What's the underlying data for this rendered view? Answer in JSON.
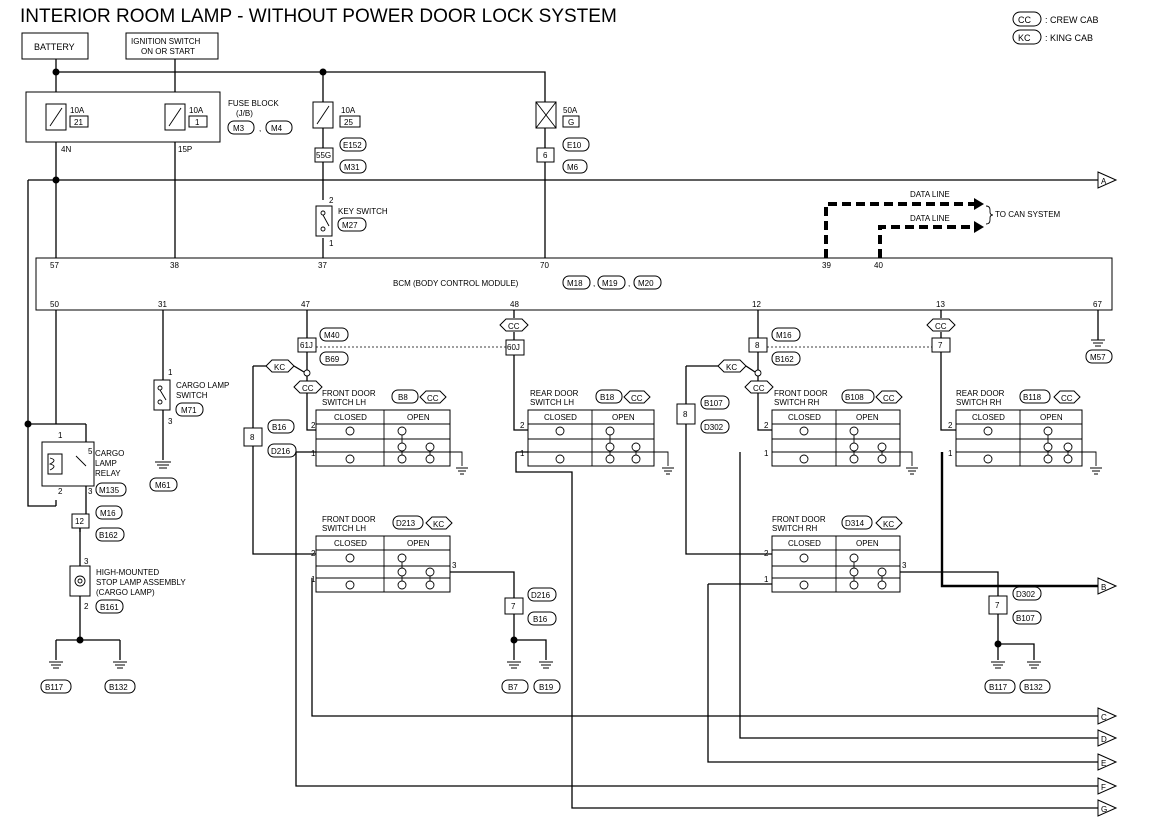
{
  "title": "INTERIOR ROOM LAMP - WITHOUT POWER DOOR LOCK SYSTEM",
  "legend": [
    {
      "code": "CC",
      "desc": ": CREW CAB"
    },
    {
      "code": "KC",
      "desc": ": KING CAB"
    }
  ],
  "sources": {
    "battery": "BATTERY",
    "ignition_line1": "IGNITION SWITCH",
    "ignition_line2": "ON OR START"
  },
  "fuse_block": {
    "label1": "FUSE BLOCK",
    "label2": "(J/B)",
    "conn1": "M3",
    "conn2": "M4",
    "sep": ",",
    "fuse1_amp": "10A",
    "fuse1_num": "21",
    "fuse1_pin": "4N",
    "fuse2_amp": "10A",
    "fuse2_num": "1",
    "fuse2_pin": "15P"
  },
  "fuse3": {
    "amp": "10A",
    "num": "25",
    "pin": "55G",
    "conn1": "E152",
    "conn2": "M31"
  },
  "fuse4": {
    "amp": "50A",
    "num": "G",
    "pin": "6",
    "conn1": "E10",
    "conn2": "M6"
  },
  "key_switch": {
    "label": "KEY SWITCH",
    "conn": "M27",
    "pin_top": "2",
    "pin_bot": "1"
  },
  "data_lines": {
    "line1": "DATA LINE",
    "line2": "DATA LINE",
    "to": "TO CAN SYSTEM"
  },
  "bcm": {
    "label": "BCM (BODY CONTROL MODULE)",
    "conn1": "M18",
    "conn2": "M19",
    "conn3": "M20",
    "top_pins": [
      "57",
      "38",
      "37",
      "70",
      "39",
      "40"
    ],
    "bottom_pins": [
      "50",
      "31",
      "47",
      "48",
      "12",
      "13",
      "67"
    ],
    "ground": "M57"
  },
  "cargo_lamp_switch": {
    "label1": "CARGO LAMP",
    "label2": "SWITCH",
    "conn": "M71",
    "pin1": "1",
    "pin3": "3",
    "ground": "M61"
  },
  "relay": {
    "label1": "CARGO",
    "label2": "LAMP",
    "label3": "RELAY",
    "conn": "M135",
    "pin1": "1",
    "pin5": "5",
    "pin2": "2",
    "pin3": "3"
  },
  "joint_12": {
    "pin": "12",
    "conn1": "M16",
    "conn2": "B162"
  },
  "stop_lamp": {
    "label1": "HIGH-MOUNTED",
    "label2": "STOP LAMP ASSEMBLY",
    "label3": "(CARGO LAMP)",
    "conn": "B161",
    "pin3": "3",
    "pin2": "2",
    "gnd1": "B117",
    "gnd2": "B132"
  },
  "conn_m40": {
    "code": "M40",
    "pin": "61J",
    "conn2": "B69"
  },
  "conn_cc48": {
    "pin": "60J"
  },
  "conn_m16": {
    "code": "M16",
    "pin": "8",
    "conn2": "B162"
  },
  "conn_cc13": {
    "pin": "7"
  },
  "branch_left": {
    "pin": "8",
    "conn1": "B16",
    "conn2": "D216"
  },
  "branch_right": {
    "pin": "8",
    "conn1": "B107",
    "conn2": "D302"
  },
  "switches": {
    "closed": "CLOSED",
    "open": "OPEN",
    "fd_lh_cc": {
      "label1": "FRONT DOOR",
      "label2": "SWITCH LH",
      "conn": "B8",
      "cab": "CC",
      "pin2": "2",
      "pin1": "1"
    },
    "rd_lh_cc": {
      "label1": "REAR DOOR",
      "label2": "SWITCH LH",
      "conn": "B18",
      "cab": "CC",
      "pin2": "2",
      "pin1": "1"
    },
    "fd_rh_cc": {
      "label1": "FRONT DOOR",
      "label2": "SWITCH RH",
      "conn": "B108",
      "cab": "CC",
      "pin2": "2",
      "pin1": "1"
    },
    "rd_rh_cc": {
      "label1": "REAR DOOR",
      "label2": "SWITCH RH",
      "conn": "B118",
      "cab": "CC",
      "pin2": "2",
      "pin1": "1"
    },
    "fd_lh_kc": {
      "label1": "FRONT DOOR",
      "label2": "SWITCH LH",
      "conn": "D213",
      "cab": "KC",
      "pin2": "2",
      "pin1": "1",
      "pin3": "3"
    },
    "fd_rh_kc": {
      "label1": "FRONT DOOR",
      "label2": "SWITCH RH",
      "conn": "D314",
      "cab": "KC",
      "pin2": "2",
      "pin1": "1",
      "pin3": "3"
    }
  },
  "kc_left": {
    "pin": "7",
    "conn1": "D216",
    "conn2": "B16",
    "gnd1": "B7",
    "gnd2": "B19"
  },
  "kc_right": {
    "pin": "7",
    "conn1": "D302",
    "conn2": "B107",
    "gnd1": "B117",
    "gnd2": "B132"
  },
  "cab_kc": "KC",
  "cab_cc": "CC",
  "offpage": [
    "A",
    "B",
    "C",
    "D",
    "E",
    "F",
    "G"
  ]
}
